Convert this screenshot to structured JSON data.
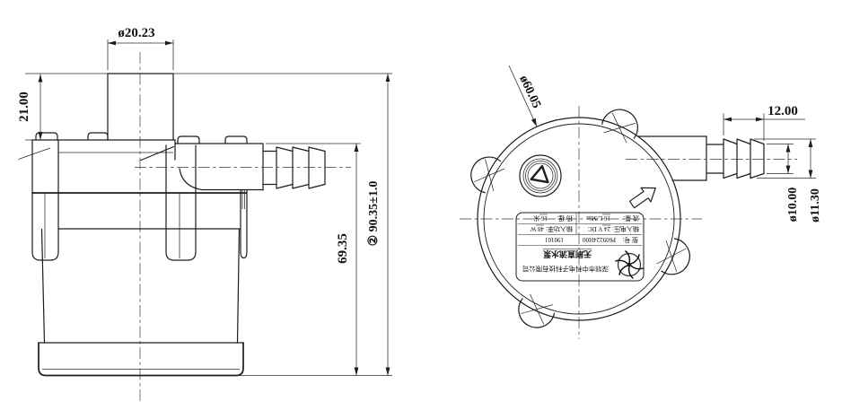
{
  "drawing": {
    "background": "#ffffff",
    "line_color": "#1c1c1c"
  },
  "side_view": {
    "dim_inlet_diameter": "ø20.23",
    "dim_inlet_height": "21.00",
    "dim_outlet_top_to_base": "69.35",
    "dim_overall_height": "② 90.35±1.0"
  },
  "front_view": {
    "dim_body_diameter": "ø60.05",
    "dim_barb_length": "12.00",
    "dim_barb_root_diameter": "ø10.00",
    "dim_barb_crest_diameter": "ø11.30",
    "nameplate": {
      "company": "深圳市中科电子科技有限公司",
      "product": "无刷直流水泵",
      "model_label": "型 号:",
      "model_value": "P609224H00",
      "date_code": "190101",
      "voltage_label": "输入电压:",
      "voltage_value": "24 V DC",
      "power_label": "输入功率:",
      "power_value": "48 W",
      "flow_label": "流 量:",
      "flow_value": "16 L/Min",
      "head_label": "扬 程:",
      "head_value": "16 米"
    }
  }
}
